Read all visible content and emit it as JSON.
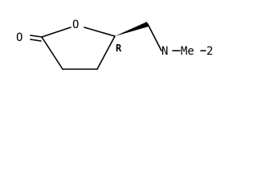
{
  "molecule": {
    "atoms": {
      "carbonyl_oxygen": "O",
      "ring_oxygen": "O",
      "stereo_descriptor": "R",
      "nitrogen": "N",
      "methyl_a": "Me",
      "methyl_b": "Me",
      "subscript": "2"
    },
    "colors": {
      "bond": "#000000",
      "text": "#000000",
      "background": "#ffffff"
    }
  }
}
